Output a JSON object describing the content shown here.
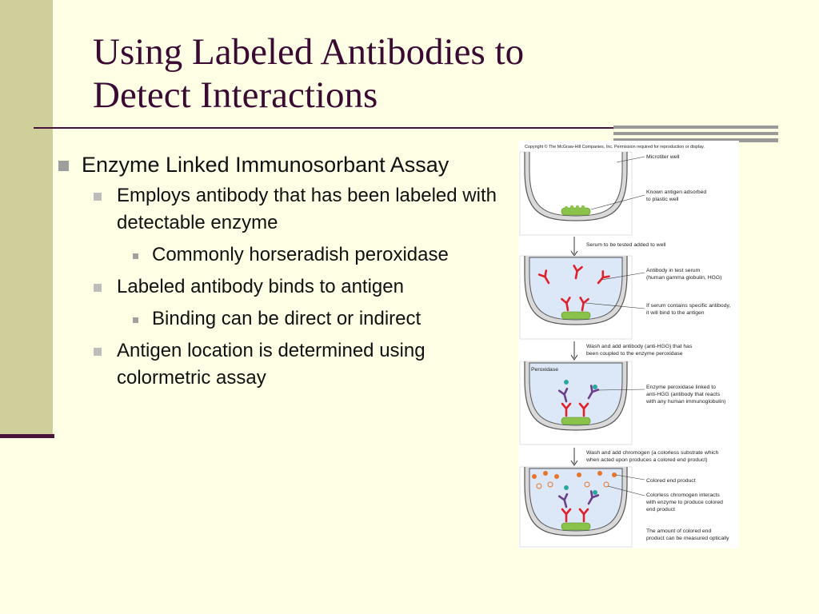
{
  "slide": {
    "title_line1": "Using Labeled Antibodies to",
    "title_line2": "Detect Interactions",
    "bullets": [
      "Enzyme Linked Immunosorbant Assay",
      "Employs antibody that has been labeled with detectable enzyme",
      "Commonly horseradish peroxidase",
      "Labeled antibody binds to antigen",
      "Binding can be direct or indirect",
      "Antigen location is determined using colormetric assay"
    ]
  },
  "figure": {
    "copyright": "Copyright © The McGraw-Hill Companies, Inc. Permission required for reproduction or display.",
    "panel1": {
      "label_a": "Microtiter well",
      "label_b1": "Known antigen adsorbed",
      "label_b2": "to plastic well"
    },
    "step1": "Serum to be tested added to well",
    "panel2": {
      "label_a1": "Antibody in test serum",
      "label_a2": "(human gamma globulin, HGG)",
      "label_b1": "If serum contains specific antibody,",
      "label_b2": "it will bind to the antigen"
    },
    "step2_line1": "Wash and add antibody (anti-HGG) that has",
    "step2_line2": "been coupled to the enzyme peroxidase",
    "panel3": {
      "peroxidase": "Peroxidase",
      "label_a1": "Enzyme peroxidase linked to",
      "label_a2": "anti-HGG (antibody that reacts",
      "label_a3": "with any human immunoglobulin)"
    },
    "step3_line1": "Wash and add chromogen (a colorless substrate which",
    "step3_line2": "when acted upon produces a colored end product)",
    "panel4": {
      "label_a": "Colored end product",
      "label_b1": "Colorless chromogen interacts",
      "label_b2": "with enzyme to produce colored",
      "label_b3": "end product",
      "label_c1": "The amount of colored end",
      "label_c2": "product can be measured optically"
    }
  },
  "colors": {
    "title": "#3a0a33",
    "accent_bar": "#cfcf9c",
    "rule": "#4a1238",
    "background": "#ffffe6",
    "antibody": "#e0202a",
    "anti_hgg": "#6b3d8c",
    "colored_product": "#e8742a"
  }
}
